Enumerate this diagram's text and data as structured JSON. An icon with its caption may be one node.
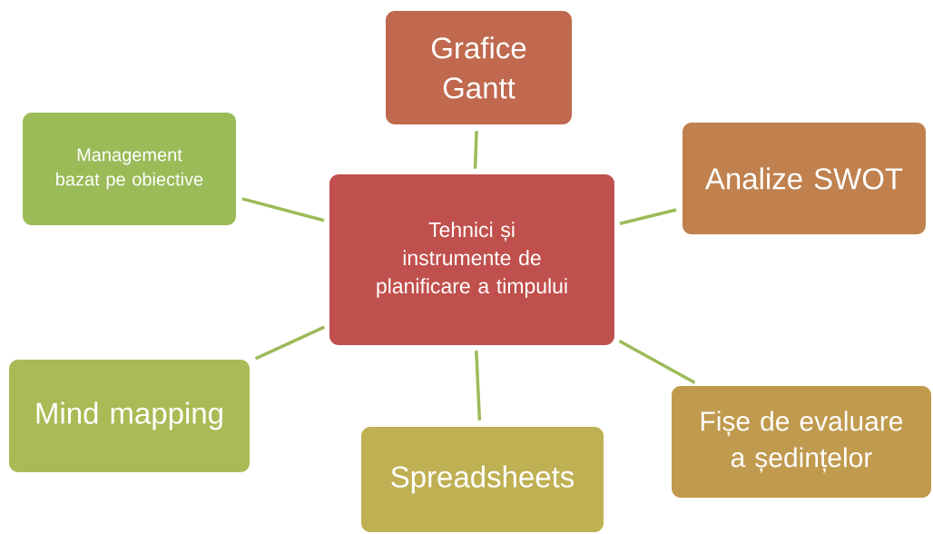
{
  "diagram": {
    "nodes": [
      {
        "text": [
          "Tehnici și instrumente de planificare a timpului"
        ]
      },
      {
        "text": [
          "Grafice Gantt"
        ]
      },
      {
        "text": [
          "Management bazat pe obiective"
        ]
      },
      {
        "text": [
          "Analize SWOT"
        ]
      },
      {
        "text": [
          "Mind mapping"
        ]
      },
      {
        "text": [
          "Spreadsheets"
        ]
      },
      {
        "text": [
          "Fișe de evaluare a ședințelor"
        ]
      }
    ],
    "edges": [
      {
        "from": 0,
        "to": 1,
        "arrow": "none"
      },
      {
        "from": 0,
        "to": 2,
        "arrow": "none"
      },
      {
        "from": 0,
        "to": 3,
        "arrow": "none"
      },
      {
        "from": 0,
        "to": 4,
        "arrow": "none"
      },
      {
        "from": 0,
        "to": 5,
        "arrow": "none"
      },
      {
        "from": 0,
        "to": 6,
        "arrow": "none"
      }
    ]
  }
}
